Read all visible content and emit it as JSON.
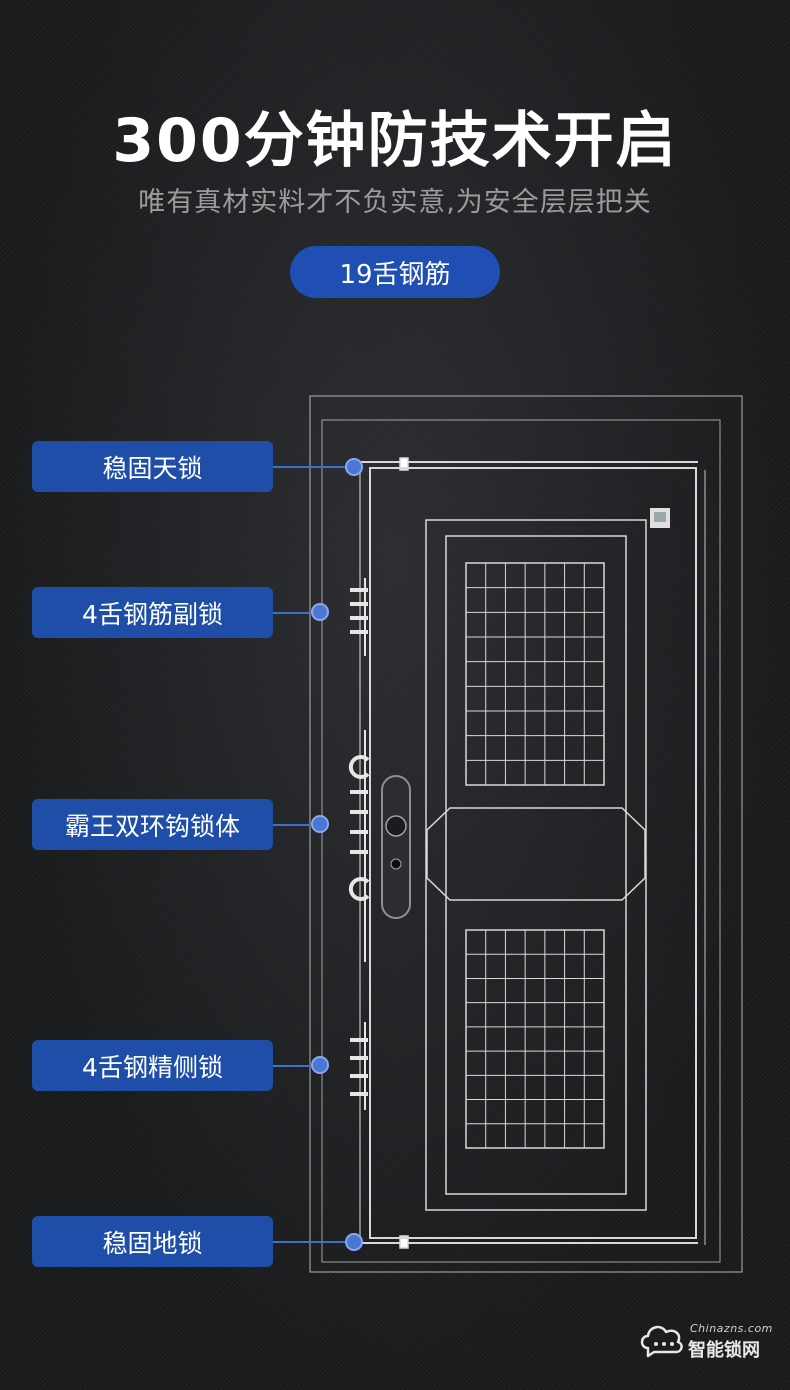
{
  "header": {
    "title": "300分钟防技术开启",
    "subtitle": "唯有真材实料才不负实意,为安全层层把关",
    "pill": "19舌钢筋"
  },
  "features": [
    {
      "label": "稳固天锁"
    },
    {
      "label": "4舌钢筋副锁"
    },
    {
      "label": "霸王双环钩锁体"
    },
    {
      "label": "4舌钢精侧锁"
    },
    {
      "label": "稳固地锁"
    }
  ],
  "watermark": {
    "site": "Chinazns.com",
    "name": "智能锁网"
  },
  "colors": {
    "accent_blue": "#1e4ea8",
    "door_line": "#d8d8d8"
  }
}
